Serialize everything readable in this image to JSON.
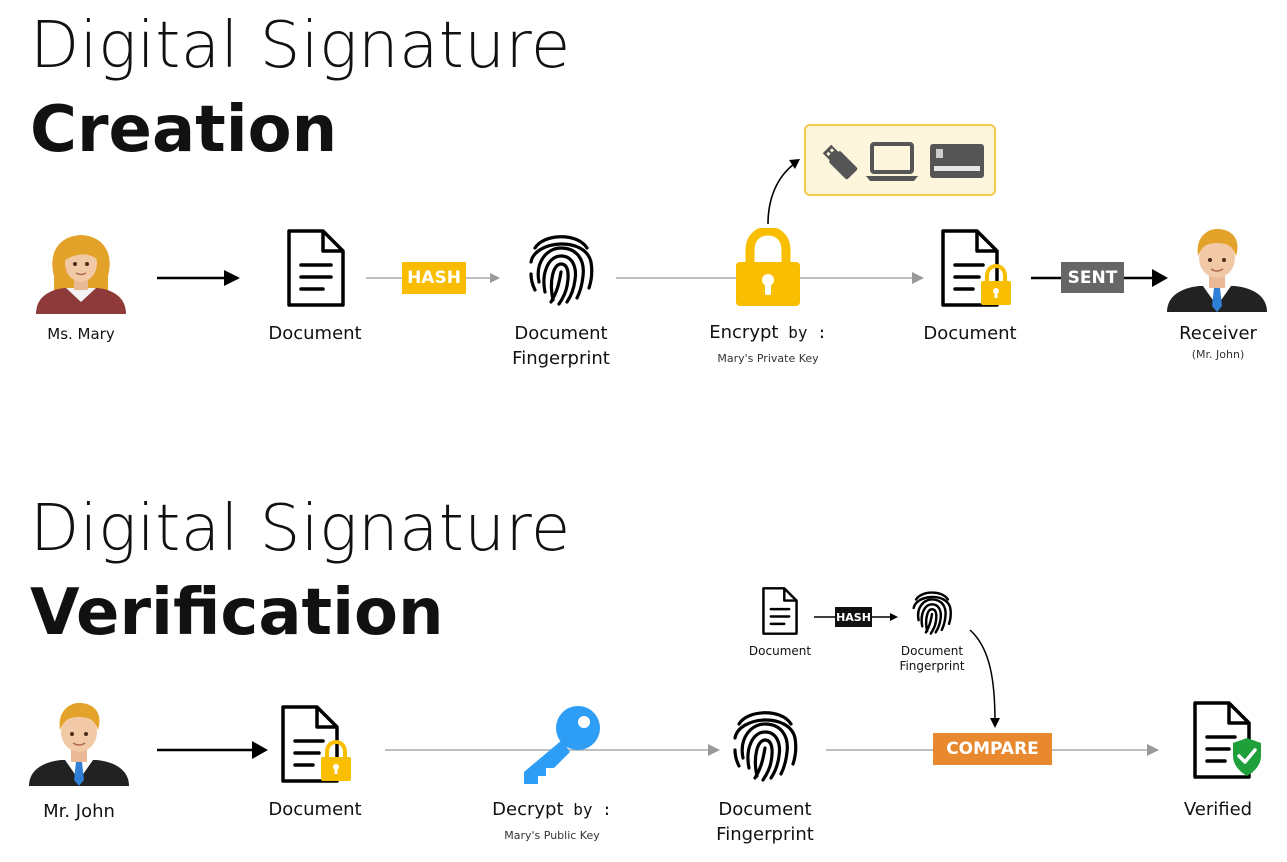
{
  "creation": {
    "title_light": "Digital Signature",
    "title_bold": "Creation",
    "sender": "Ms. Mary",
    "document": "Document",
    "hash_tag": "HASH",
    "fingerprint": [
      "Document",
      "Fingerprint"
    ],
    "encrypt_label": "Encrypt",
    "encrypt_by": "by :",
    "encrypt_key": "Mary's Private Key",
    "signed_document": "Document",
    "sent_tag": "SENT",
    "receiver": "Receiver",
    "receiver_name": "(Mr. John)",
    "devices": [
      "usb-drive-icon",
      "laptop-icon",
      "smart-card-icon"
    ]
  },
  "verification": {
    "title_light": "Digital Signature",
    "title_bold": "Verification",
    "receiver": "Mr. John",
    "document": "Document",
    "decrypt_label": "Decrypt",
    "decrypt_by": "by :",
    "decrypt_key": "Mary's Public Key",
    "fingerprint": [
      "Document",
      "Fingerprint"
    ],
    "side_document": "Document",
    "side_hash_tag": "HASH",
    "side_fingerprint": [
      "Document",
      "Fingerprint"
    ],
    "compare_tag": "COMPARE",
    "result": "Verified"
  },
  "colors": {
    "hash": "#F8BC00",
    "lock": "#F9BE00",
    "sent": "#666666",
    "compare": "#E8892F",
    "key": "#2E9DF5",
    "check": "#1FA03A",
    "device_box_fill": "#FDF5DC",
    "device_box_border": "#F6CC4A"
  }
}
